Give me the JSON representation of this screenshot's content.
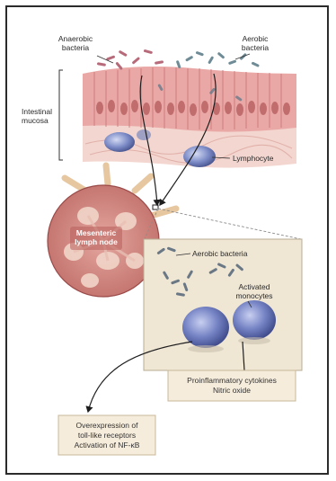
{
  "labels": {
    "anaerobic_bacteria": [
      "Anaerobic",
      "bacteria"
    ],
    "aerobic_bacteria": [
      "Aerobic",
      "bacteria"
    ],
    "intestinal_mucosa": [
      "Intestinal",
      "mucosa"
    ],
    "lymphocyte": "Lymphocyte",
    "mesenteric_lymph_node": [
      "Mesenteric",
      "lymph node"
    ],
    "inset_aerobic_bacteria": "Aerobic bacteria",
    "activated_monocytes": [
      "Activated",
      "monocytes"
    ]
  },
  "boxes": {
    "cytokines": [
      "Proinflammatory cytokines",
      "Nitric oxide"
    ],
    "receptors": [
      "Overexpression of",
      "toll-like receptors",
      "Activation of NF-κB"
    ]
  },
  "colors": {
    "mucosa": "#e9a8a6",
    "mucosa_dark": "#c9716f",
    "lymph_node": "#d98f8a",
    "inset_bg": "#efe6d4",
    "inset_border": "#b8ad94",
    "monocyte": "#6f7dbf",
    "box_fill": "#f6ecdb",
    "box_border": "#c8b89a"
  }
}
